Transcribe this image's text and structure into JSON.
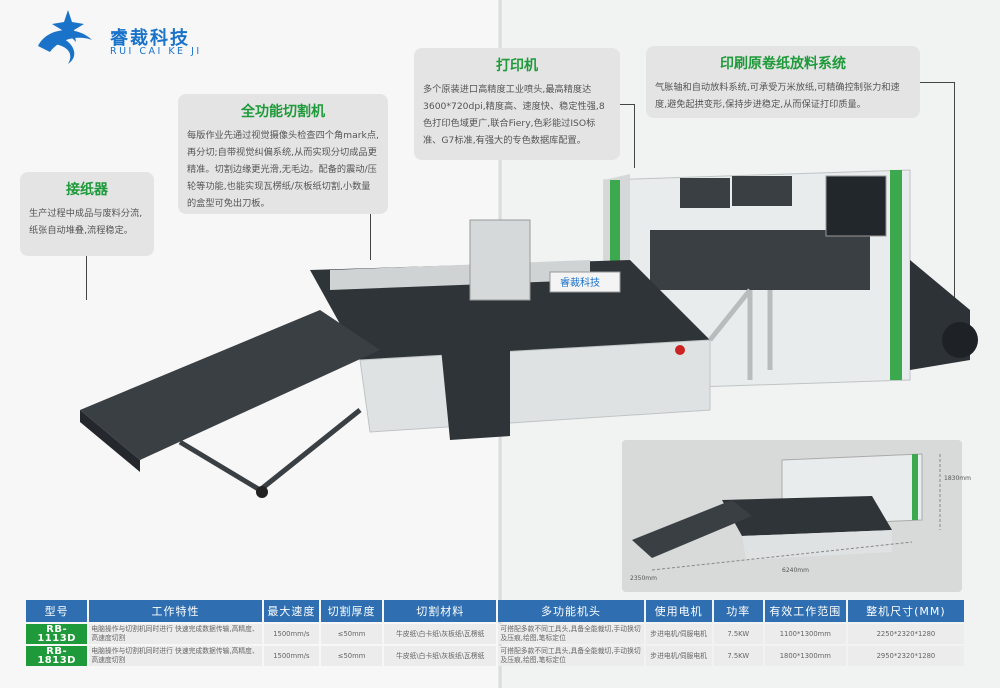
{
  "brand": {
    "name_cn": "睿裁科技",
    "name_en": "RUI CAI KE JI"
  },
  "callouts": {
    "stacker": {
      "title": "接纸器",
      "text": "生产过程中成品与废料分流,纸张自动堆叠,流程稳定。"
    },
    "cutter": {
      "title": "全功能切割机",
      "text": "每版作业先通过视觉摄像头检查四个角mark点,再分切;自带视觉纠偏系统,从而实现分切成品更精准。切割边缘更光滑,无毛边。配备的震动/压轮等功能,也能实现瓦楞纸/灰板纸切割,小数量的盒型可免出刀板。"
    },
    "printer": {
      "title": "打印机",
      "text": "多个原装进口高精度工业喷头,最高精度达3600*720dpi,精度高、速度快、稳定性强,8色打印色域更广,联合Fiery,色彩能过ISO标准、G7标准,有强大的专色数据库配置。"
    },
    "unwinder": {
      "title": "印刷原卷纸放料系统",
      "text": "气胀轴和自动放料系统,可承受万米放纸,可精确控制张力和速度,避免起拱变形,保持步进稳定,从而保证打印质量。"
    }
  },
  "machine_label": "睿裁科技",
  "inset": {
    "height_label": "1830mm",
    "width_label": "6240mm",
    "depth_label": "2350mm"
  },
  "colors": {
    "accent_green": "#1e9a3a",
    "header_blue": "#2f6fb1",
    "brand_blue": "#1a73c9"
  },
  "table": {
    "headers": [
      "型号",
      "工作特性",
      "最大速度",
      "切割厚度",
      "切割材料",
      "多功能机头",
      "使用电机",
      "功率",
      "有效工作范围",
      "整机尺寸(MM)"
    ],
    "rows": [
      [
        "RB-1113D",
        "电脑操作与切割机同时进行 快速完成数据传输,高精度、高速度切割",
        "1500mm/s",
        "≤50mm",
        "牛皮纸\\白卡纸\\灰板纸\\瓦楞纸",
        "可搭配多款不同工具头,具备全能裁切,手动换切及压痕,绘图,笔标定位",
        "步进电机/伺服电机",
        "7.5KW",
        "1100*1300mm",
        "2250*2320*1280"
      ],
      [
        "RB-1813D",
        "电脑操作与切割机同时进行 快速完成数据传输,高精度、高速度切割",
        "1500mm/s",
        "≤50mm",
        "牛皮纸\\白卡纸\\灰板纸\\瓦楞纸",
        "可搭配多款不同工具头,具备全能裁切,手动换切及压痕,绘图,笔标定位",
        "步进电机/伺服电机",
        "7.5KW",
        "1800*1300mm",
        "2950*2320*1280"
      ]
    ]
  }
}
